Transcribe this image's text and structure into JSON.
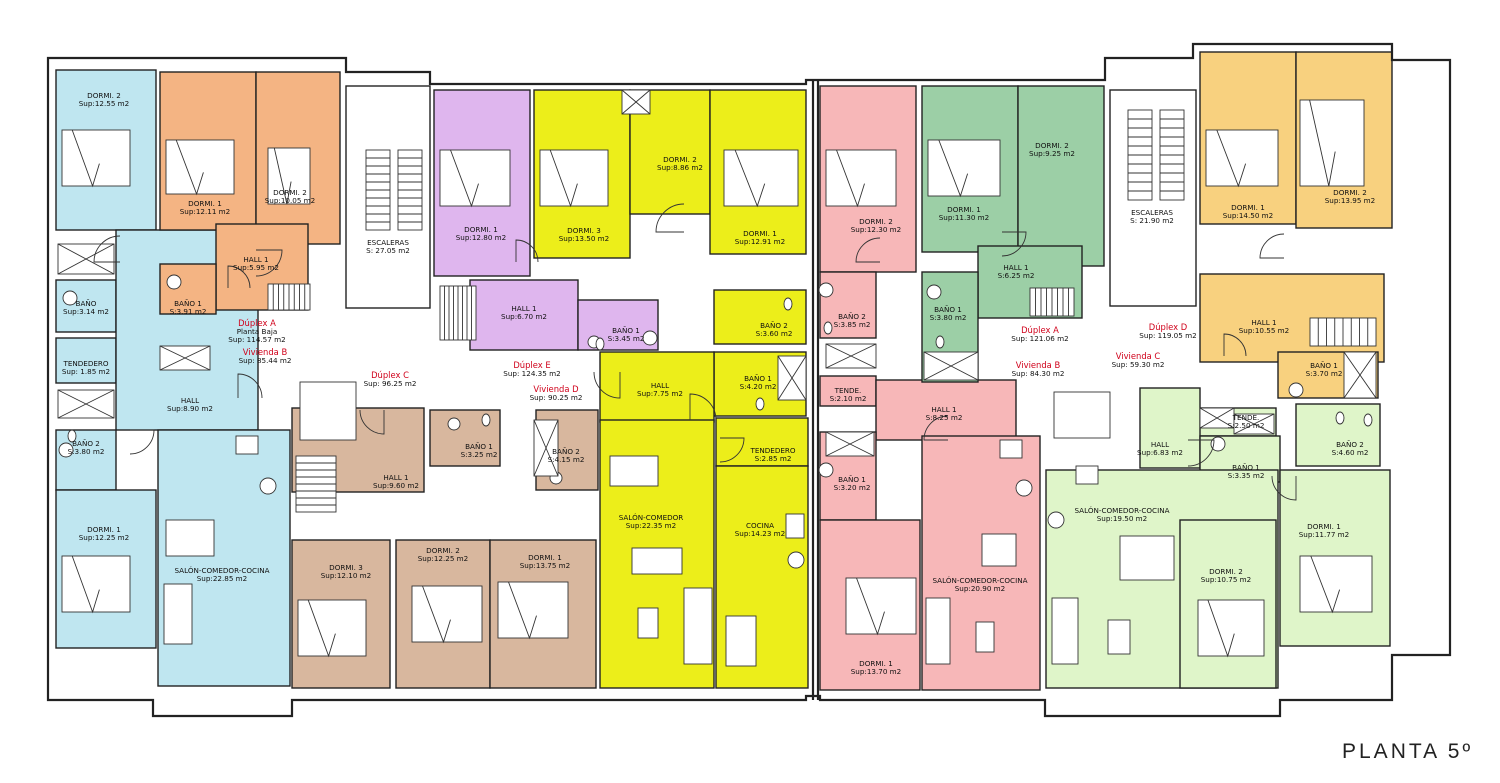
{
  "title": "PLANTA 5º",
  "colors": {
    "blue": "#bfe6f0",
    "orange": "#f4b483",
    "purple": "#dfb6ee",
    "yellow": "#ecee1a",
    "brown": "#d8b79e",
    "pink": "#f7b7b8",
    "green": "#9ccfa6",
    "gold": "#f8d17f",
    "lightgreen": "#dff5c9",
    "white": "#ffffff",
    "wall": "#222222",
    "red_text": "#d0021b"
  },
  "rooms": [
    {
      "id": "r1",
      "name": "DORMI. 2",
      "area": "Sup:12.55 m2",
      "color": "blue"
    },
    {
      "id": "r2",
      "name": "BAÑO",
      "area": "Sup:3.14 m2",
      "color": "blue"
    },
    {
      "id": "r3",
      "name": "TENDEDERO",
      "area": "Sup: 1.85 m2",
      "color": "blue"
    },
    {
      "id": "r4",
      "name": "HALL",
      "area": "Sup:8.90 m2",
      "color": "blue"
    },
    {
      "id": "r5",
      "name": "BAÑO 2",
      "area": "S:3.80 m2",
      "color": "blue"
    },
    {
      "id": "r6",
      "name": "DORMI. 1",
      "area": "Sup:12.25 m2",
      "color": "blue"
    },
    {
      "id": "r7",
      "name": "SALÓN-COMEDOR-COCINA",
      "area": "Sup:22.85 m2",
      "color": "blue"
    },
    {
      "id": "r8",
      "name": "DORMI. 1",
      "area": "Sup:12.11 m2",
      "color": "orange"
    },
    {
      "id": "r9",
      "name": "DORMI. 2",
      "area": "Sup:10.05 m2",
      "color": "orange"
    },
    {
      "id": "r10",
      "name": "HALL 1",
      "area": "Sup:5.95 m2",
      "color": "orange"
    },
    {
      "id": "r11",
      "name": "BAÑO 1",
      "area": "S:3.91 m2",
      "color": "orange"
    },
    {
      "id": "r12",
      "name": "ESCALERAS",
      "area": "S: 27.05 m2",
      "color": "white"
    },
    {
      "id": "r13",
      "name": "DORMI. 1",
      "area": "Sup:12.80 m2",
      "color": "purple"
    },
    {
      "id": "r14",
      "name": "HALL 1",
      "area": "Sup:6.70 m2",
      "color": "purple"
    },
    {
      "id": "r15",
      "name": "BAÑO 1",
      "area": "S:3.45 m2",
      "color": "purple"
    },
    {
      "id": "r16",
      "name": "DORMI. 3",
      "area": "Sup:13.50 m2",
      "color": "yellow"
    },
    {
      "id": "r17",
      "name": "DORMI. 2",
      "area": "Sup:8.86 m2",
      "color": "yellow"
    },
    {
      "id": "r18",
      "name": "DORMI. 1",
      "area": "Sup:12.91 m2",
      "color": "yellow"
    },
    {
      "id": "r19",
      "name": "BAÑO 2",
      "area": "S:3.60 m2",
      "color": "yellow"
    },
    {
      "id": "r20",
      "name": "BAÑO 1",
      "area": "S:4.20 m2",
      "color": "yellow"
    },
    {
      "id": "r21",
      "name": "HALL",
      "area": "Sup:7.75 m2",
      "color": "yellow"
    },
    {
      "id": "r22",
      "name": "TENDEDERO",
      "area": "S:2.85 m2",
      "color": "yellow"
    },
    {
      "id": "r23",
      "name": "SALÓN-COMEDOR",
      "area": "Sup:22.35 m2",
      "color": "yellow"
    },
    {
      "id": "r24",
      "name": "COCINA",
      "area": "Sup:14.23 m2",
      "color": "yellow"
    },
    {
      "id": "r25",
      "name": "HALL 1",
      "area": "Sup:9.60 m2",
      "color": "brown"
    },
    {
      "id": "r26",
      "name": "BAÑO 1",
      "area": "S:3.25 m2",
      "color": "brown"
    },
    {
      "id": "r27",
      "name": "BAÑO 2",
      "area": "S:4.15 m2",
      "color": "brown"
    },
    {
      "id": "r28",
      "name": "DORMI. 3",
      "area": "Sup:12.10 m2",
      "color": "brown"
    },
    {
      "id": "r29",
      "name": "DORMI. 2",
      "area": "Sup:12.25 m2",
      "color": "brown"
    },
    {
      "id": "r30",
      "name": "DORMI. 1",
      "area": "Sup:13.75 m2",
      "color": "brown"
    },
    {
      "id": "r31",
      "name": "DORMI. 2",
      "area": "Sup:12.30 m2",
      "color": "pink"
    },
    {
      "id": "r32",
      "name": "BAÑO 2",
      "area": "S:3.85 m2",
      "color": "pink"
    },
    {
      "id": "r33",
      "name": "TENDE.",
      "area": "S:2.10 m2",
      "color": "pink"
    },
    {
      "id": "r34",
      "name": "HALL 1",
      "area": "S:8.25 m2",
      "color": "pink"
    },
    {
      "id": "r35",
      "name": "BAÑO 1",
      "area": "S:3.20 m2",
      "color": "pink"
    },
    {
      "id": "r36",
      "name": "SALÓN-COMEDOR-COCINA",
      "area": "Sup:20.90 m2",
      "color": "pink"
    },
    {
      "id": "r37",
      "name": "DORMI. 1",
      "area": "Sup:13.70 m2",
      "color": "pink"
    },
    {
      "id": "r38",
      "name": "DORMI. 1",
      "area": "Sup:11.30 m2",
      "color": "green"
    },
    {
      "id": "r39",
      "name": "DORMI. 2",
      "area": "Sup:9.25 m2",
      "color": "green"
    },
    {
      "id": "r40",
      "name": "HALL 1",
      "area": "S:6.25 m2",
      "color": "green"
    },
    {
      "id": "r41",
      "name": "BAÑO 1",
      "area": "S:3.80 m2",
      "color": "green"
    },
    {
      "id": "r42",
      "name": "ESCALERAS",
      "area": "S: 21.90 m2",
      "color": "white"
    },
    {
      "id": "r43",
      "name": "DORMI. 1",
      "area": "Sup:14.50 m2",
      "color": "gold"
    },
    {
      "id": "r44",
      "name": "DORMI. 2",
      "area": "Sup:13.95 m2",
      "color": "gold"
    },
    {
      "id": "r45",
      "name": "HALL 1",
      "area": "Sup:10.55 m2",
      "color": "gold"
    },
    {
      "id": "r46",
      "name": "BAÑO 1",
      "area": "S:3.70 m2",
      "color": "gold"
    },
    {
      "id": "r47",
      "name": "TENDE.",
      "area": "S:2.50 m2",
      "color": "lightgreen"
    },
    {
      "id": "r48",
      "name": "HALL",
      "area": "Sup:6.83 m2",
      "color": "lightgreen"
    },
    {
      "id": "r49",
      "name": "BAÑO 1",
      "area": "S:3.35 m2",
      "color": "lightgreen"
    },
    {
      "id": "r50",
      "name": "BAÑO 2",
      "area": "S:4.60 m2",
      "color": "lightgreen"
    },
    {
      "id": "r51",
      "name": "SALÓN-COMEDOR-COCINA",
      "area": "Sup:19.50 m2",
      "color": "lightgreen"
    },
    {
      "id": "r52",
      "name": "DORMI. 1",
      "area": "Sup:11.77 m2",
      "color": "lightgreen"
    },
    {
      "id": "r53",
      "name": "DORMI. 2",
      "area": "Sup:10.75 m2",
      "color": "lightgreen"
    }
  ],
  "units": [
    {
      "name": "Dúplex A",
      "lines": [
        "Planta Baja",
        "Sup: 114.57 m2"
      ]
    },
    {
      "name": "Vivienda B",
      "lines": [
        "Sup: 85.44 m2"
      ]
    },
    {
      "name": "Dúplex C",
      "lines": [
        "Sup: 96.25  m2"
      ]
    },
    {
      "name": "Dúplex E",
      "lines": [
        "Sup: 124.35 m2"
      ]
    },
    {
      "name": "Vivienda D",
      "lines": [
        "Sup: 90.25 m2"
      ]
    },
    {
      "name": "Dúplex A",
      "lines": [
        "Sup: 121.06 m2"
      ]
    },
    {
      "name": "Vivienda B",
      "lines": [
        "Sup: 84.30 m2"
      ]
    },
    {
      "name": "Dúplex D",
      "lines": [
        "Sup: 119.05 m2"
      ]
    },
    {
      "name": "Vivienda C",
      "lines": [
        "Sup: 59.30 m2"
      ]
    }
  ]
}
